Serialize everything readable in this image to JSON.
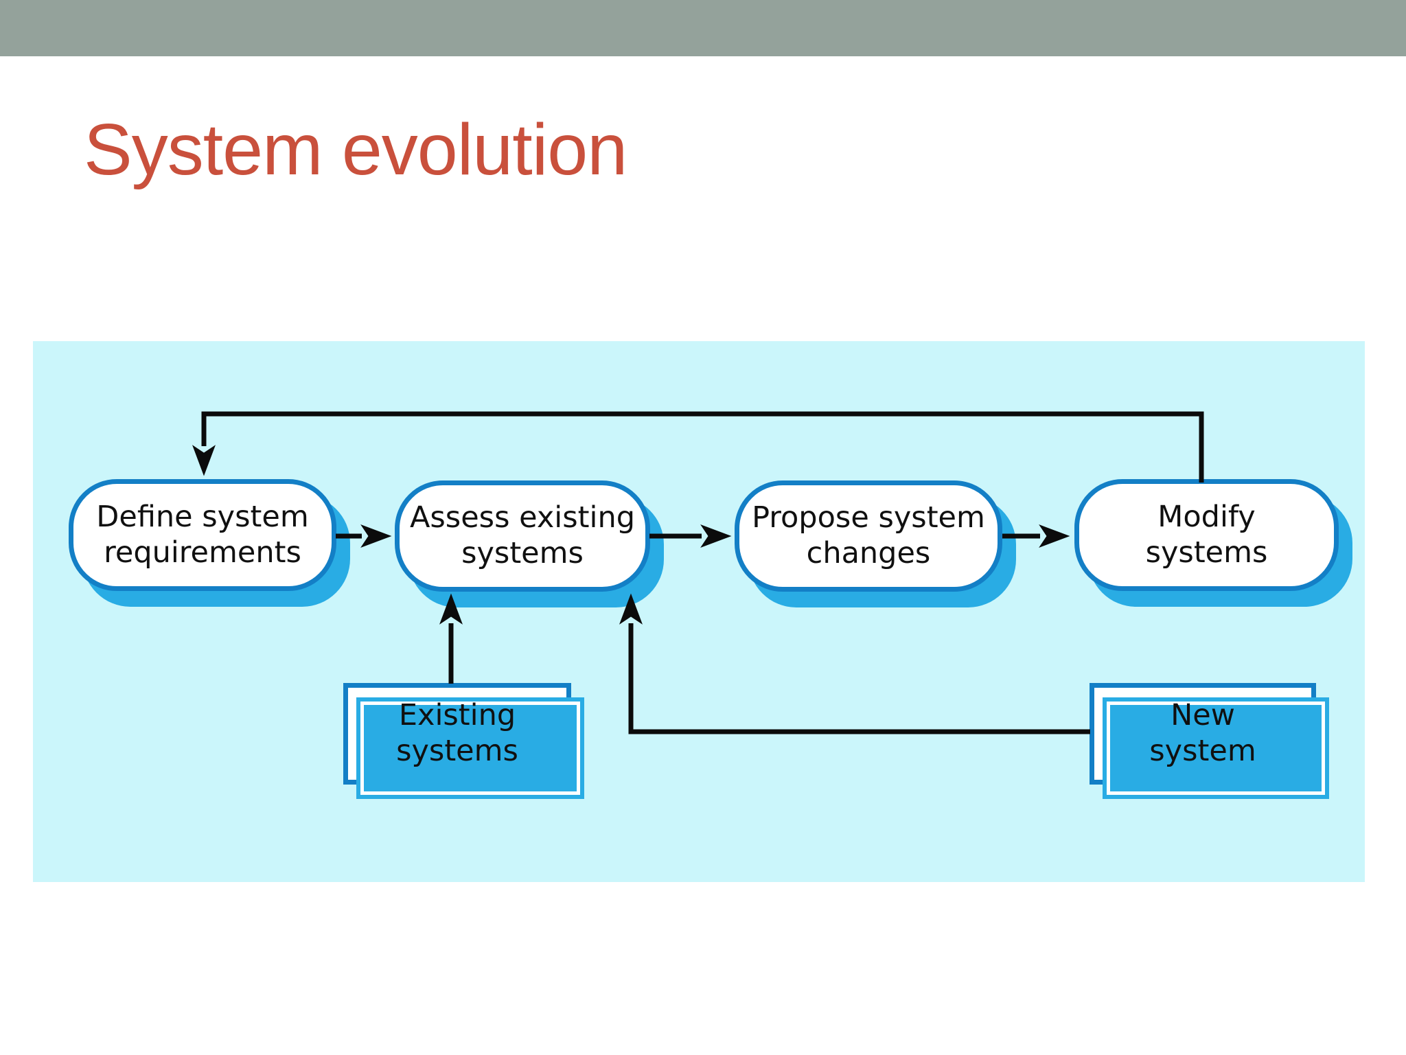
{
  "slide": {
    "title": "System evolution"
  },
  "diagram": {
    "process_nodes": [
      {
        "id": "define-system-requirements",
        "label": "Define system\nrequirements"
      },
      {
        "id": "assess-existing-systems",
        "label": "Assess existing\nsystems"
      },
      {
        "id": "propose-system-changes",
        "label": "Propose system\nchanges"
      },
      {
        "id": "modify-systems",
        "label": "Modify\nsystems"
      }
    ],
    "artifact_boxes": [
      {
        "id": "existing-systems",
        "label": "Existing\nsystems"
      },
      {
        "id": "new-system",
        "label": "New\nsystem"
      }
    ],
    "edges": [
      {
        "from": "define-system-requirements",
        "to": "assess-existing-systems"
      },
      {
        "from": "assess-existing-systems",
        "to": "propose-system-changes"
      },
      {
        "from": "propose-system-changes",
        "to": "modify-systems"
      },
      {
        "from": "modify-systems",
        "to": "define-system-requirements",
        "type": "feedback-loop"
      },
      {
        "from": "existing-systems",
        "to": "assess-existing-systems"
      },
      {
        "from": "new-system",
        "to": "assess-existing-systems"
      }
    ],
    "colors": {
      "node_border": "#137fc6",
      "node_shadow": "#29ace4",
      "panel_background": "#cbf6fb",
      "header_bar": "#94a29b",
      "title_text": "#c9503c",
      "connector": "#0b0b0b",
      "node_text": "#101010"
    }
  }
}
